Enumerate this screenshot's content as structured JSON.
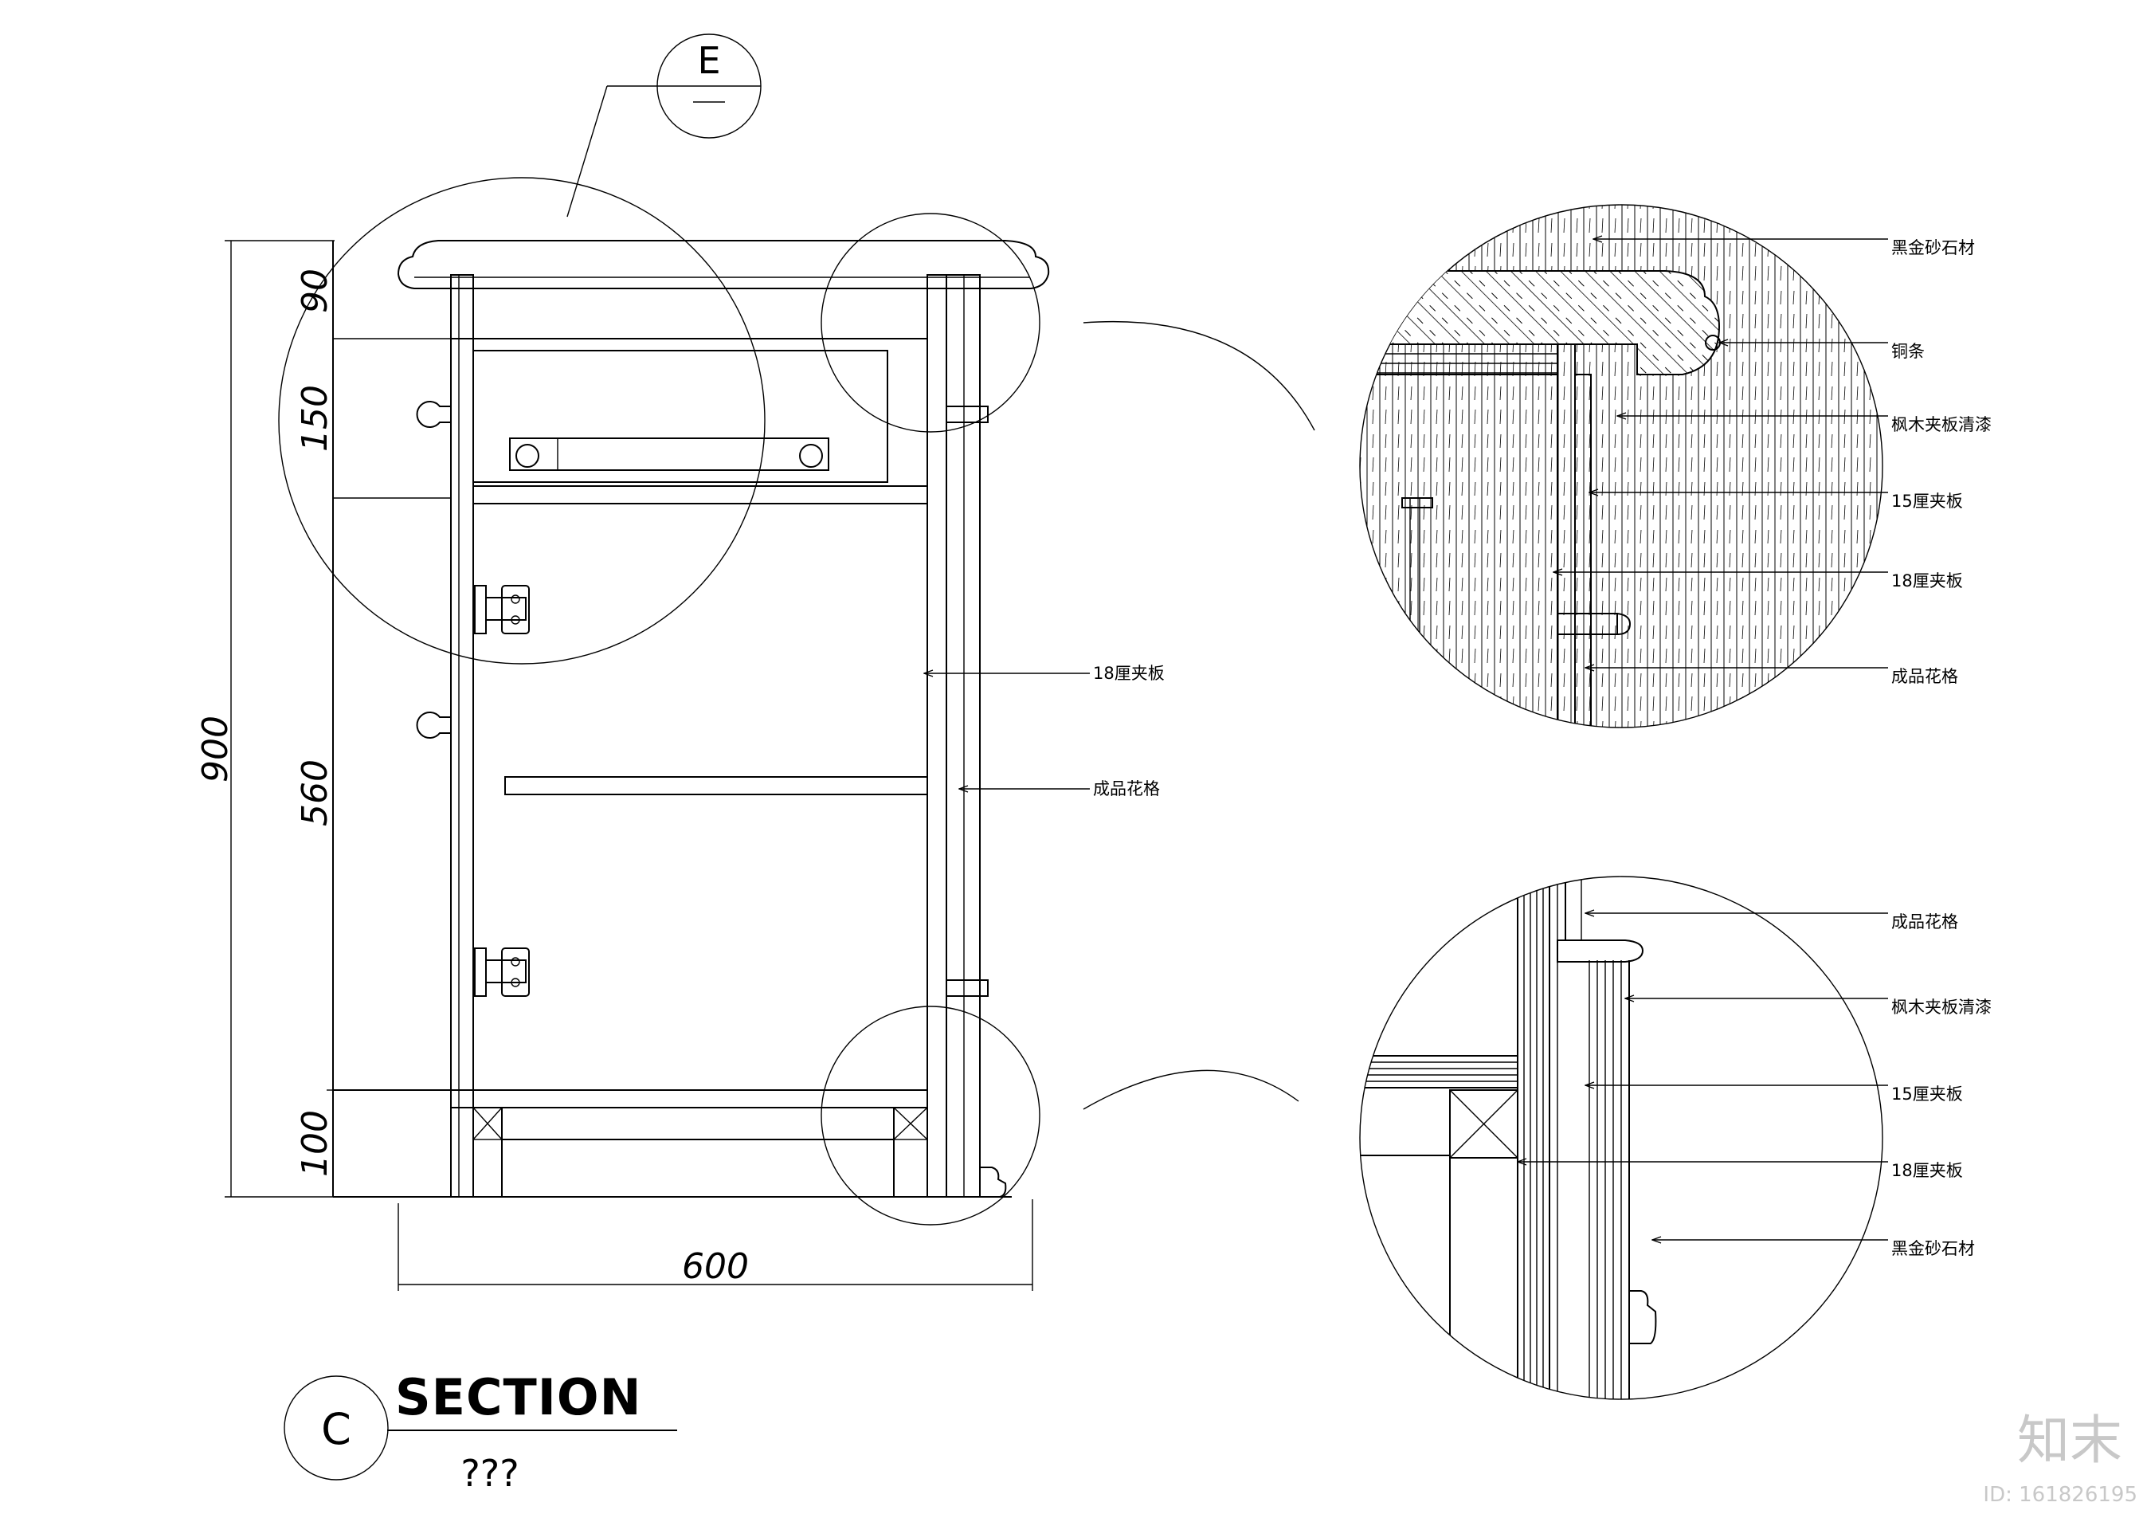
{
  "section_marker": {
    "letter": "E"
  },
  "dimensions": {
    "total_height": "900",
    "top_band": "90",
    "drawer": "150",
    "cabinet": "560",
    "plinth": "100",
    "width": "600"
  },
  "callouts_main": {
    "plywood_18": "18厘夹板",
    "lattice": "成品花格"
  },
  "detail_top": {
    "labels": [
      "黑金砂石材",
      "铜条",
      "枫木夹板清漆",
      "15厘夹板",
      "18厘夹板",
      "成品花格"
    ]
  },
  "detail_bottom": {
    "labels": [
      "成品花格",
      "枫木夹板清漆",
      "15厘夹板",
      "18厘夹板",
      "黑金砂石材"
    ]
  },
  "title_block": {
    "circle_letter": "C",
    "title": "SECTION",
    "scale": "???"
  },
  "watermark": {
    "logo": "知末",
    "id_text": "ID: 161826195"
  }
}
